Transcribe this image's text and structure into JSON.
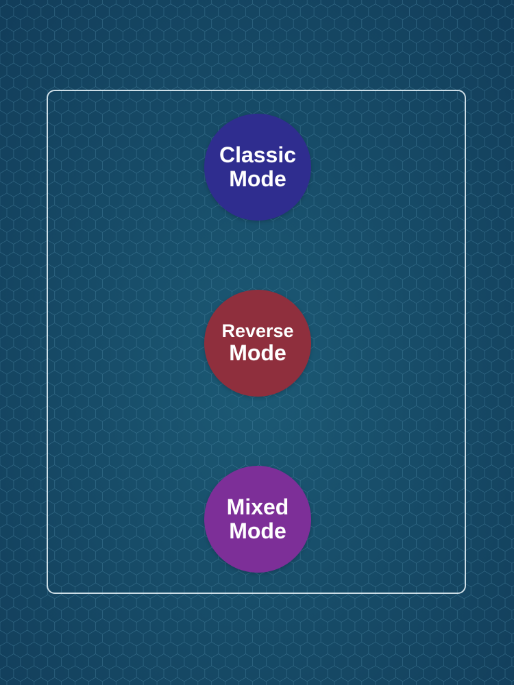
{
  "background": {
    "pattern": "hexagon-grid",
    "colors": {
      "base": "#174c68",
      "center": "#1c5a75",
      "edge": "#123d5a",
      "grid_line": "#4f8ba8"
    }
  },
  "panel": {
    "border_color": "#e1eef5"
  },
  "modes": [
    {
      "id": "classic",
      "line1": "Classic",
      "line2": "Mode",
      "color": "#2f2d8f"
    },
    {
      "id": "reverse",
      "line1": "Reverse",
      "line2": "Mode",
      "color": "#8f2f3d"
    },
    {
      "id": "mixed",
      "line1": "Mixed",
      "line2": "Mode",
      "color": "#7d2f98"
    }
  ]
}
